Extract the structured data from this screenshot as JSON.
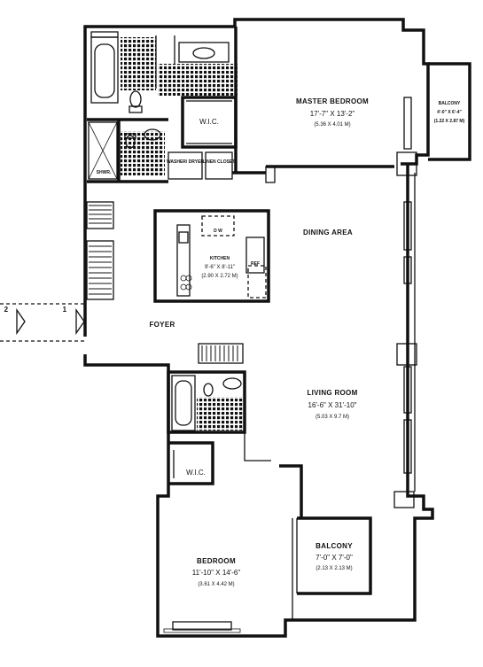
{
  "rooms": {
    "master_bedroom": {
      "name": "MASTER BEDROOM",
      "dims": "17'-7\" X 13'-2\"",
      "metric": "(5.36 X 4.01 M)"
    },
    "balcony_master": {
      "name": "BALCONY",
      "dims": "4'-0\" X 6'-4\"",
      "metric": "(1.22 X 2.87 M)"
    },
    "wic_master": {
      "name": "W.I.C."
    },
    "washer_dryer": {
      "name": "WASHER/ DRYER"
    },
    "linen_closet": {
      "name": "LINEN CLOSET"
    },
    "shower": {
      "name": "SHWR."
    },
    "dining_area": {
      "name": "DINING AREA"
    },
    "kitchen": {
      "name": "KITCHEN",
      "dims": "9'-6\" X 8'-11\"",
      "metric": "(2.90 X 2.72 M)"
    },
    "dw": {
      "name": "D W"
    },
    "ref": {
      "name": "REF"
    },
    "foyer": {
      "name": "FOYER"
    },
    "living_room": {
      "name": "LIVING ROOM",
      "dims": "16'-6\" X 31'-10\"",
      "metric": "(5.03 X 9.7 M)"
    },
    "wic_bedroom": {
      "name": "W.I.C."
    },
    "bedroom": {
      "name": "BEDROOM",
      "dims": "11'-10\" X 14'-6\"",
      "metric": "(3.61 X 4.42 M)"
    },
    "balcony_living": {
      "name": "BALCONY",
      "dims": "7'-0\" X 7'-0\"",
      "metric": "(2.13 X 2.13 M)"
    }
  },
  "entry_markers": {
    "outer": "2",
    "inner": "1"
  },
  "colors": {
    "line": "#111111",
    "background": "#ffffff"
  }
}
